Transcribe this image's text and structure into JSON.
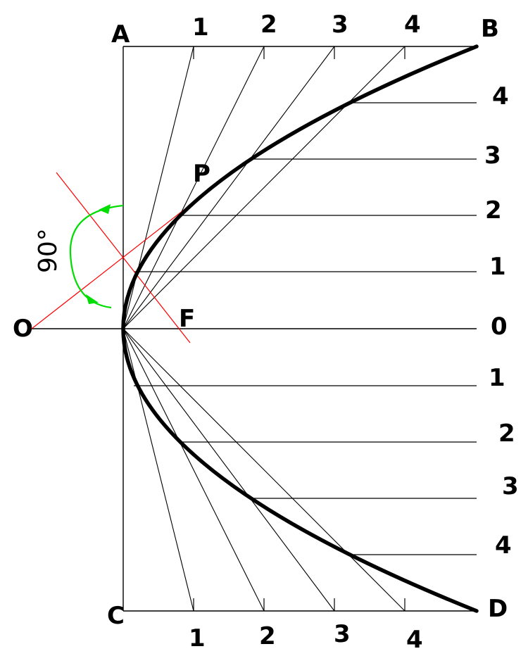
{
  "corners": {
    "a": "A",
    "b": "B",
    "c": "C",
    "d": "D"
  },
  "points": {
    "o": "O",
    "p": "P",
    "f": "F"
  },
  "angle_label": "90°",
  "top_divisions": [
    "1",
    "2",
    "3",
    "4"
  ],
  "bottom_divisions": [
    "1",
    "2",
    "3",
    "4"
  ],
  "right_divisions_upper": [
    "4",
    "3",
    "2",
    "1"
  ],
  "right_zero": "0",
  "right_divisions_lower": [
    "1",
    "2",
    "3",
    "4"
  ],
  "colors": {
    "line": "#000000",
    "construction": "#ff0000",
    "angle_arc": "#00dd00"
  }
}
